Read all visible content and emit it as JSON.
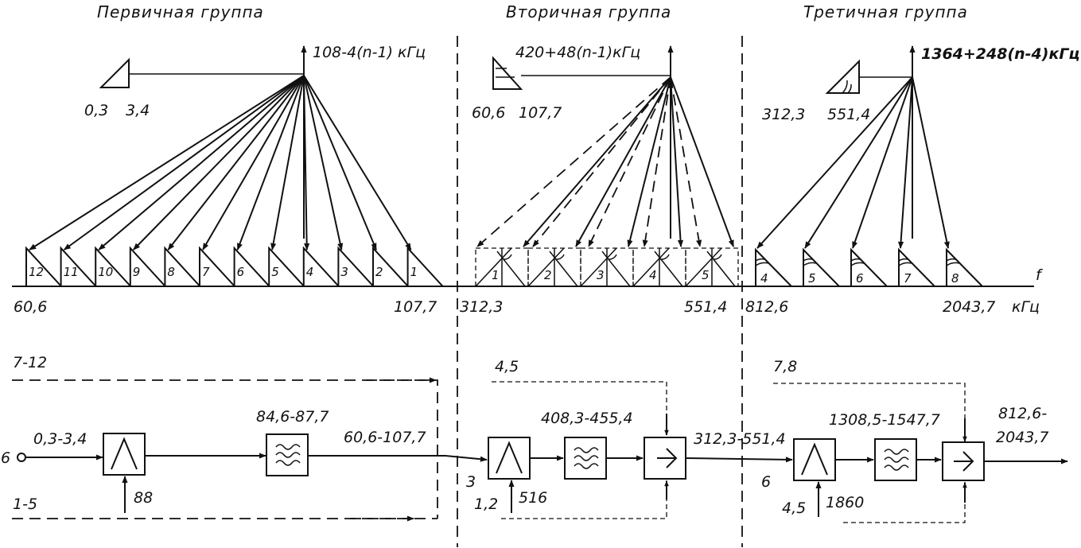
{
  "headers": {
    "primary": "Первичная группа",
    "secondary": "Вторичная группа",
    "tertiary": "Третичная группа"
  },
  "carriers": {
    "primary": "108-4(n-1) кГц",
    "secondary": "420+48(n-1)кГц",
    "tertiary": "1364+248(n-4)кГц"
  },
  "bands": {
    "primary": {
      "low": "0,3",
      "high": "3,4"
    },
    "secondary": {
      "low": "60,6",
      "high": "107,7"
    },
    "tertiary": {
      "low": "312,3",
      "high": "551,4"
    }
  },
  "primary_channels": [
    "12",
    "11",
    "10",
    "9",
    "8",
    "7",
    "6",
    "5",
    "4",
    "3",
    "2",
    "1"
  ],
  "secondary_groups": [
    "1",
    "2",
    "3",
    "4",
    "5"
  ],
  "tertiary_groups": [
    "4",
    "5",
    "6",
    "7",
    "8"
  ],
  "freq_axis": {
    "label": "f",
    "unit": "кГц",
    "ticks": [
      "60,6",
      "107,7",
      "312,3",
      "551,4",
      "812,6",
      "2043,7"
    ]
  },
  "block_diagram": {
    "primary": {
      "input_count": "6",
      "input_band": "0,3-3,4",
      "carrier": "88",
      "filter_band": "84,6-87,7",
      "output_band": "60,6-107,7",
      "upper_channels": "7-12",
      "lower_channels": "1-5"
    },
    "secondary": {
      "input_count": "3",
      "carrier": "516",
      "filter_band": "408,3-455,4",
      "output_band": "312,3-551,4",
      "upper_groups": "4,5",
      "lower_groups": "1,2"
    },
    "tertiary": {
      "input_count": "6",
      "carrier": "1860",
      "filter_band": "1308,5-1547,7",
      "output_band": "812,6-",
      "output_band_2": "2043,7",
      "upper_groups": "7,8",
      "lower_groups": "4,5"
    }
  }
}
